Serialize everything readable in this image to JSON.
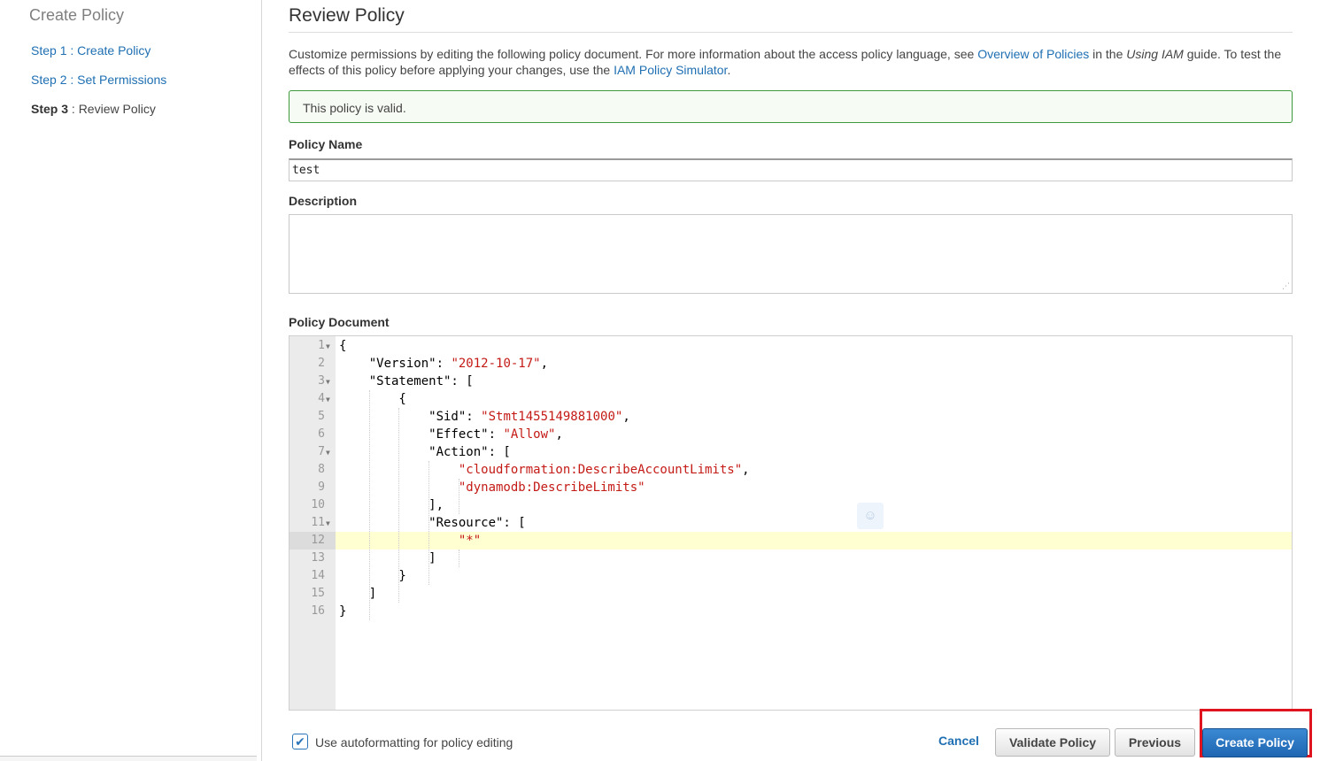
{
  "sidebar": {
    "title": "Create Policy",
    "steps": [
      {
        "prefix": "Step 1",
        "sep": " : ",
        "label": "Create Policy"
      },
      {
        "prefix": "Step 2",
        "sep": " : ",
        "label": "Set Permissions"
      },
      {
        "prefix": "Step 3",
        "sep": " : ",
        "label": "Review Policy"
      }
    ]
  },
  "main": {
    "title": "Review Policy",
    "intro": {
      "t1": "Customize permissions by editing the following policy document. For more information about the access policy language, see ",
      "link1": "Overview of Policies",
      "t2": " in the ",
      "italic": "Using IAM",
      "t3": " guide. To test the effects of this policy before applying your changes, use the ",
      "link2": "IAM Policy Simulator",
      "t4": "."
    },
    "validation_message": "This policy is valid.",
    "policy_name_label": "Policy Name",
    "policy_name_value": "test",
    "description_label": "Description",
    "description_value": "",
    "policy_document_label": "Policy Document"
  },
  "editor": {
    "active_line": 12,
    "lines": [
      {
        "n": "1",
        "fold": true,
        "code": "{"
      },
      {
        "n": "2",
        "fold": false,
        "code": "    \"Version\": ",
        "str": "\"2012-10-17\"",
        "tail": ","
      },
      {
        "n": "3",
        "fold": true,
        "code": "    \"Statement\": ["
      },
      {
        "n": "4",
        "fold": true,
        "code": "        {"
      },
      {
        "n": "5",
        "fold": false,
        "code": "            \"Sid\": ",
        "str": "\"Stmt1455149881000\"",
        "tail": ","
      },
      {
        "n": "6",
        "fold": false,
        "code": "            \"Effect\": ",
        "str": "\"Allow\"",
        "tail": ","
      },
      {
        "n": "7",
        "fold": true,
        "code": "            \"Action\": ["
      },
      {
        "n": "8",
        "fold": false,
        "code": "                ",
        "str": "\"cloudformation:DescribeAccountLimits\"",
        "tail": ","
      },
      {
        "n": "9",
        "fold": false,
        "code": "                ",
        "str": "\"dynamodb:DescribeLimits\"",
        "tail": ""
      },
      {
        "n": "10",
        "fold": false,
        "code": "            ],"
      },
      {
        "n": "11",
        "fold": true,
        "code": "            \"Resource\": ["
      },
      {
        "n": "12",
        "fold": false,
        "code": "                ",
        "str": "\"*\"",
        "tail": ""
      },
      {
        "n": "13",
        "fold": false,
        "code": "            ]"
      },
      {
        "n": "14",
        "fold": false,
        "code": "        }"
      },
      {
        "n": "15",
        "fold": false,
        "code": "    ]"
      },
      {
        "n": "16",
        "fold": false,
        "code": "}"
      }
    ]
  },
  "footer": {
    "autoformat_checked": true,
    "autoformat_label": "Use autoformatting for policy editing",
    "cancel_label": "Cancel",
    "validate_label": "Validate Policy",
    "previous_label": "Previous",
    "create_label": "Create Policy"
  },
  "colors": {
    "link": "#1f6fb2",
    "valid_border": "#3c9a3c",
    "primary_button": "#1f66b1",
    "highlight": "#e0141e",
    "string": "#c41a16"
  }
}
